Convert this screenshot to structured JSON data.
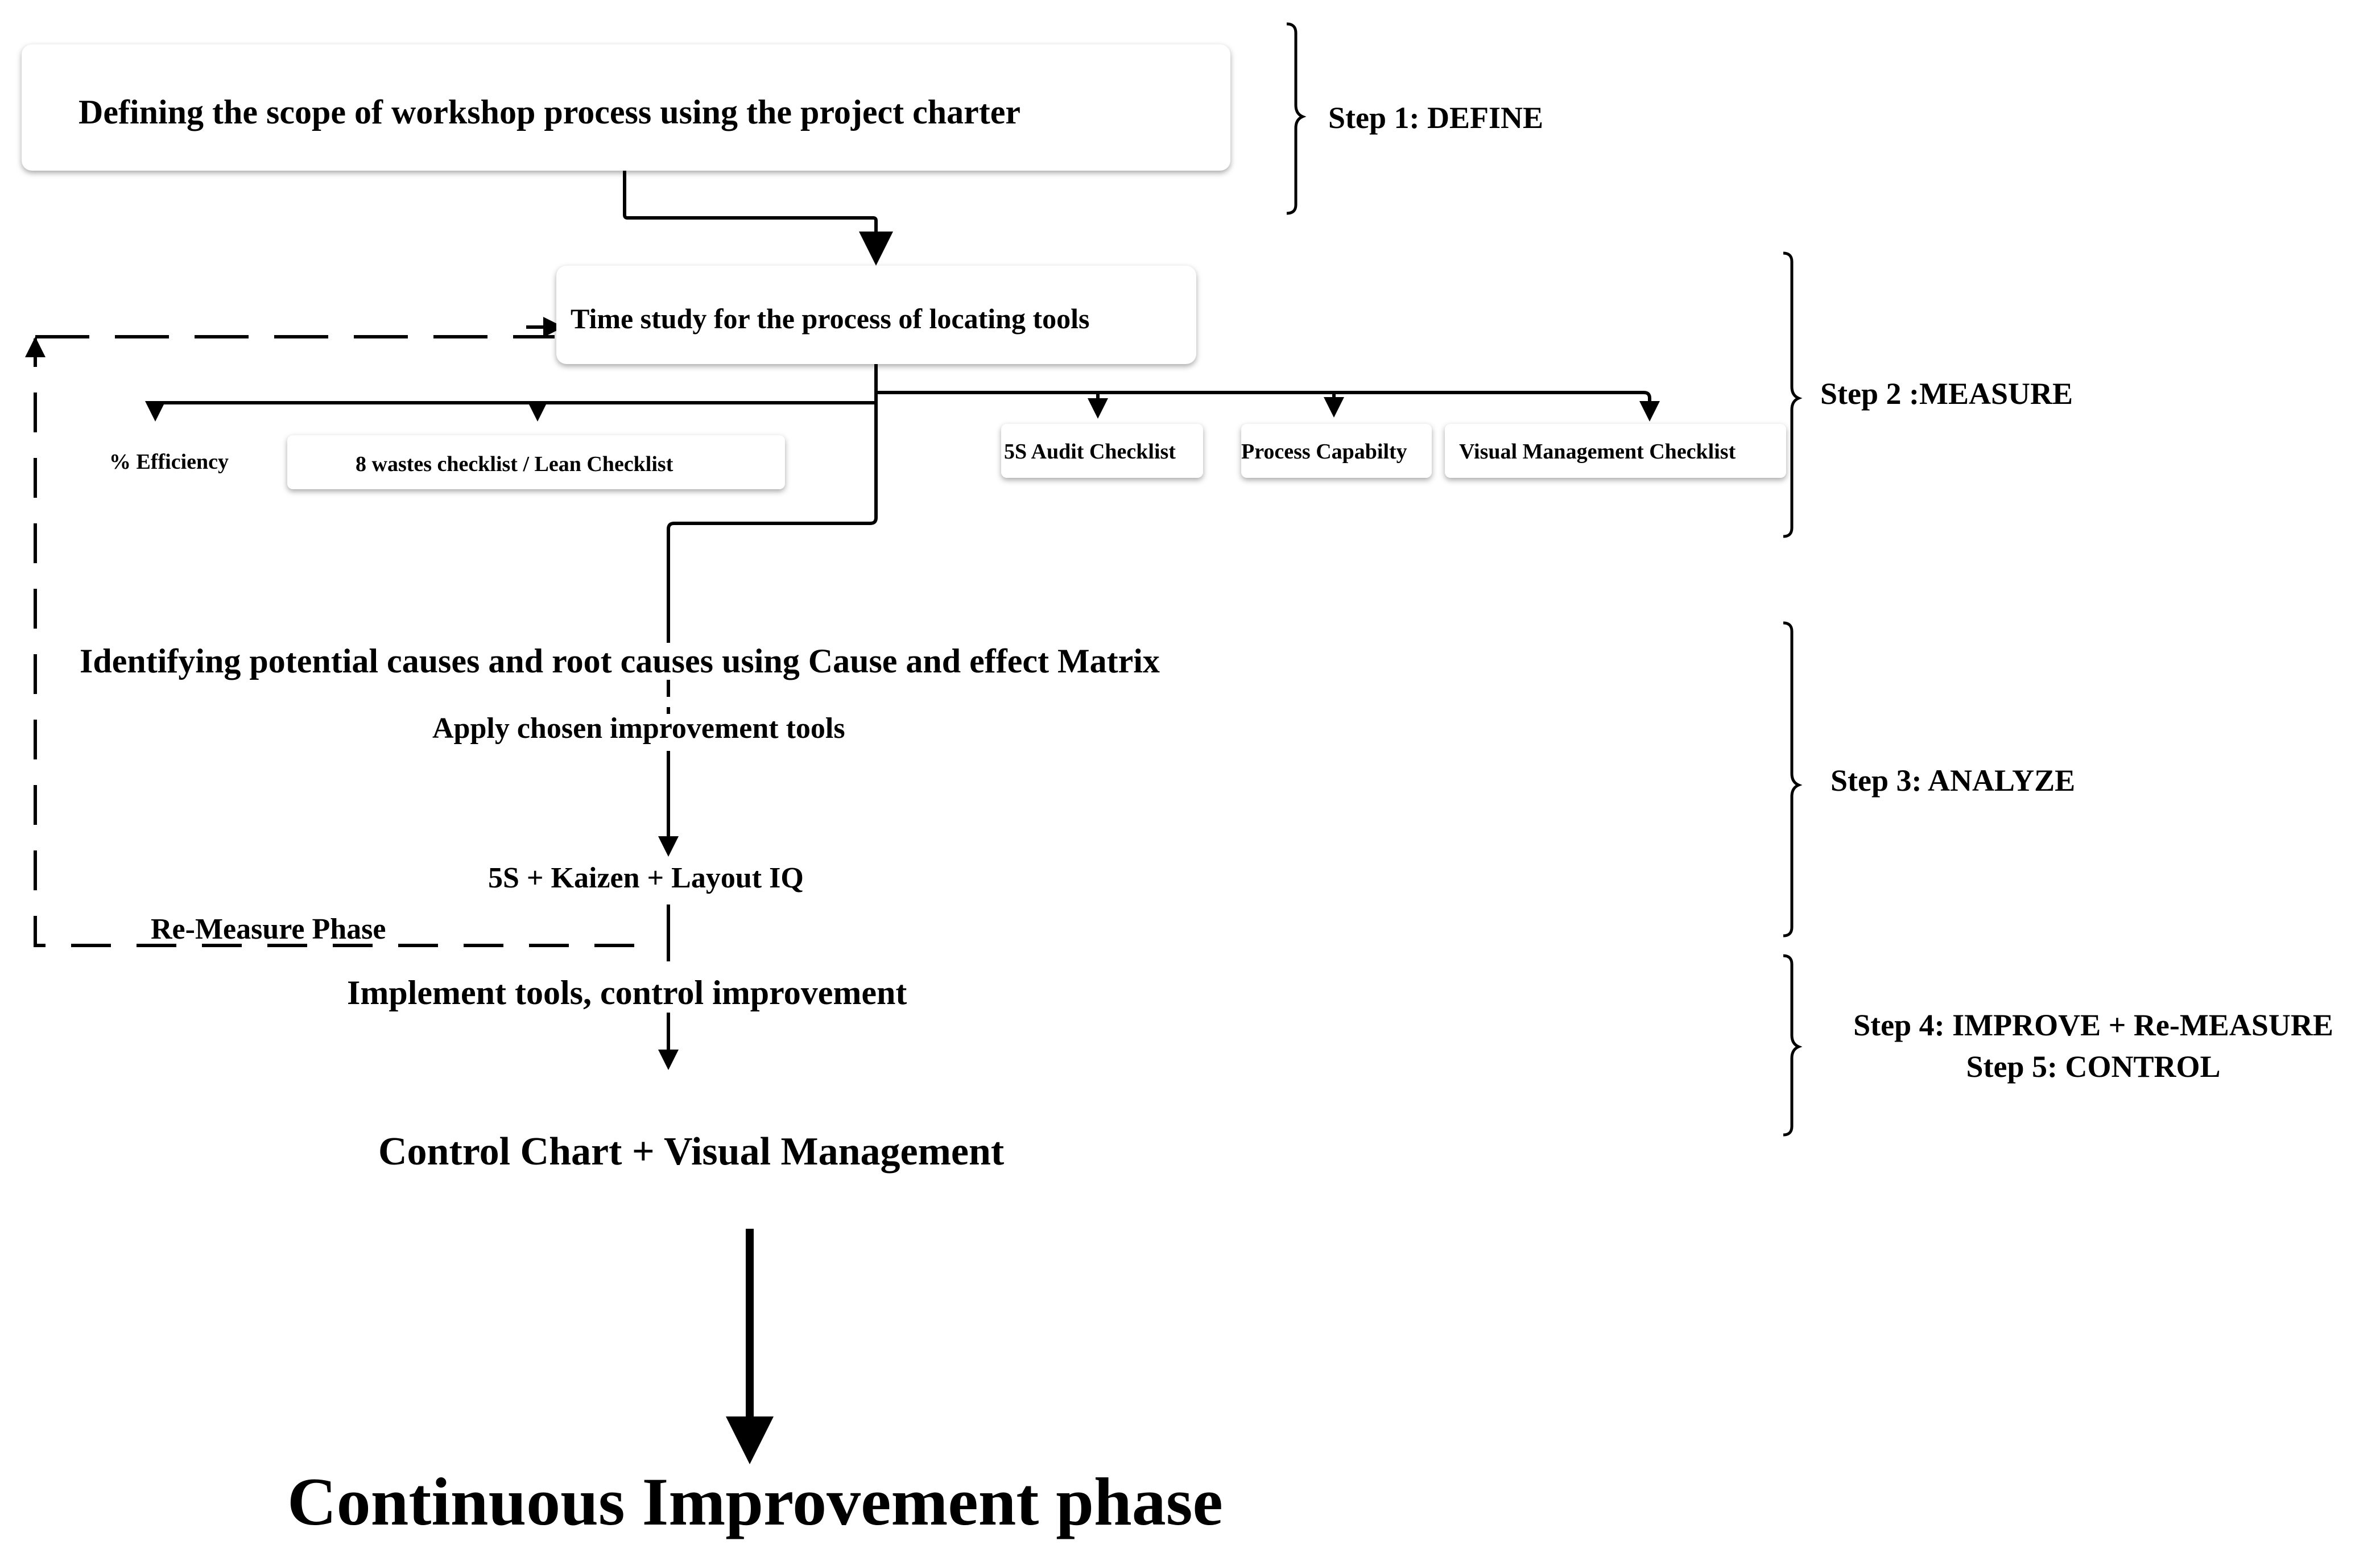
{
  "steps": {
    "define": "Step 1: DEFINE",
    "measure": "Step 2 :MEASURE",
    "analyze": "Step 3: ANALYZE",
    "improve": "Step 4: IMPROVE + Re-MEASURE",
    "control": "Step 5: CONTROL"
  },
  "nodes": {
    "scope": "Defining the scope of workshop process using the project charter",
    "time_study": "Time study for the process of locating  tools",
    "efficiency": "% Efficiency",
    "wastes": "8 wastes checklist / Lean Checklist",
    "audit": "5S Audit Checklist",
    "capability": "Process Capabilty",
    "visual_checklist": "Visual Management  Checklist",
    "causes": "Identifying potential  causes  and root causes using Cause and effect Matrix",
    "apply": "Apply chosen improvement tools",
    "tools": "5S + Kaizen + Layout IQ",
    "remeasure": "Re-Measure Phase",
    "implement": "Implement tools, control improvement",
    "control_chart": "Control Chart  + Visual  Management",
    "continuous": "Continuous Improvement phase"
  }
}
